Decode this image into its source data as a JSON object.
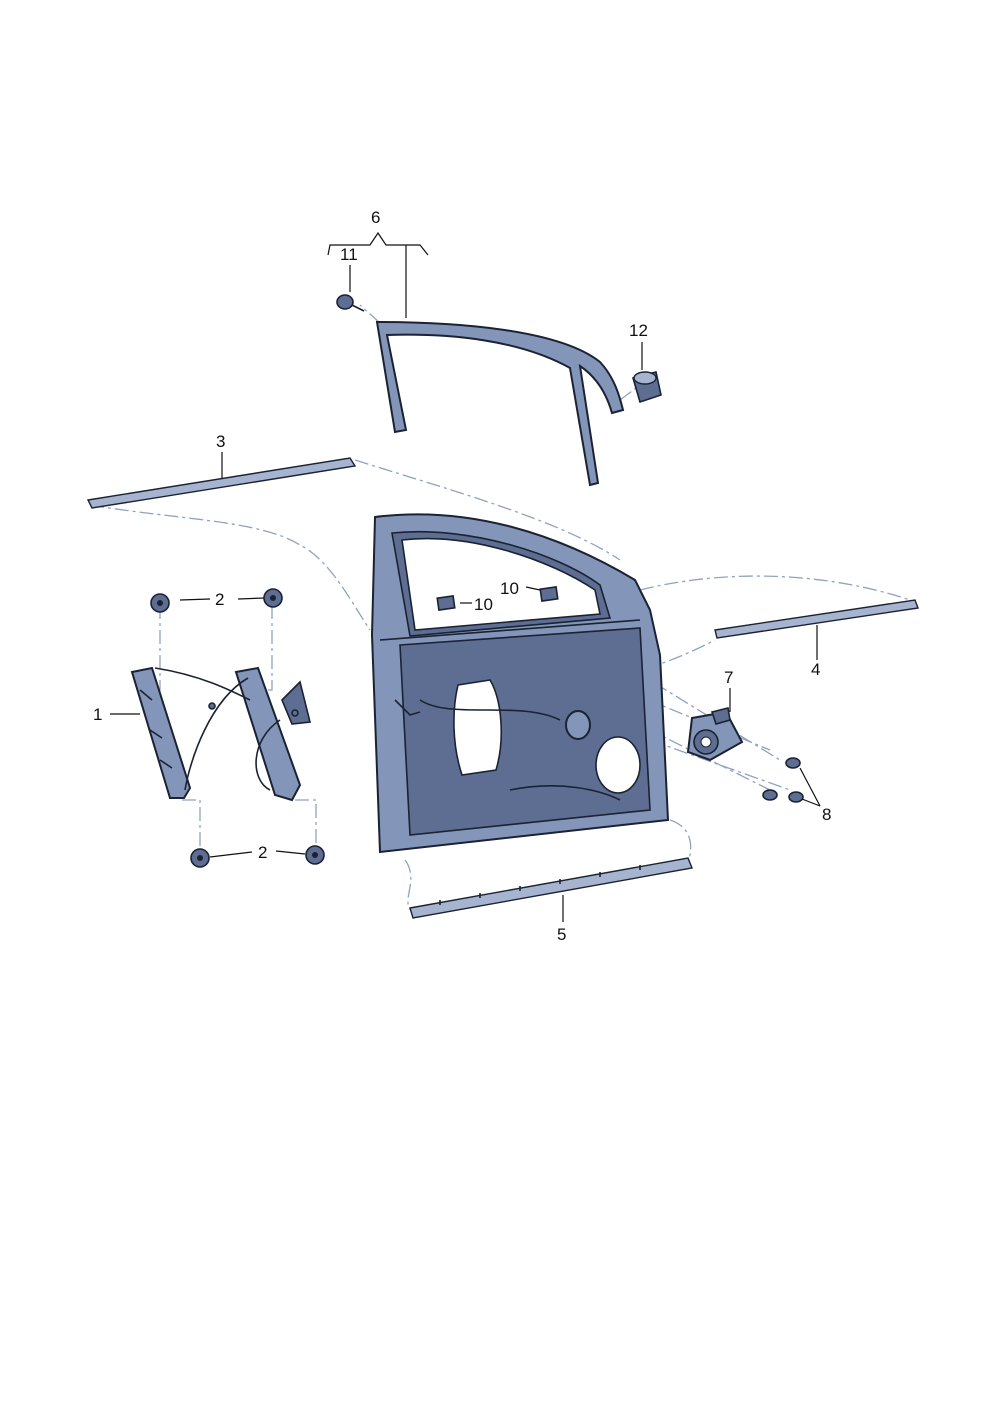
{
  "labels": {
    "l1": "1",
    "l2a": "2",
    "l2b": "2",
    "l3": "3",
    "l4": "4",
    "l5": "5",
    "l6": "6",
    "l7": "7",
    "l8": "8",
    "l10a": "10",
    "l10b": "10",
    "l11": "11",
    "l12": "12"
  },
  "colors": {
    "panel": "#8395b8",
    "outline": "#1a2233",
    "dash": "#8fa3c0"
  }
}
